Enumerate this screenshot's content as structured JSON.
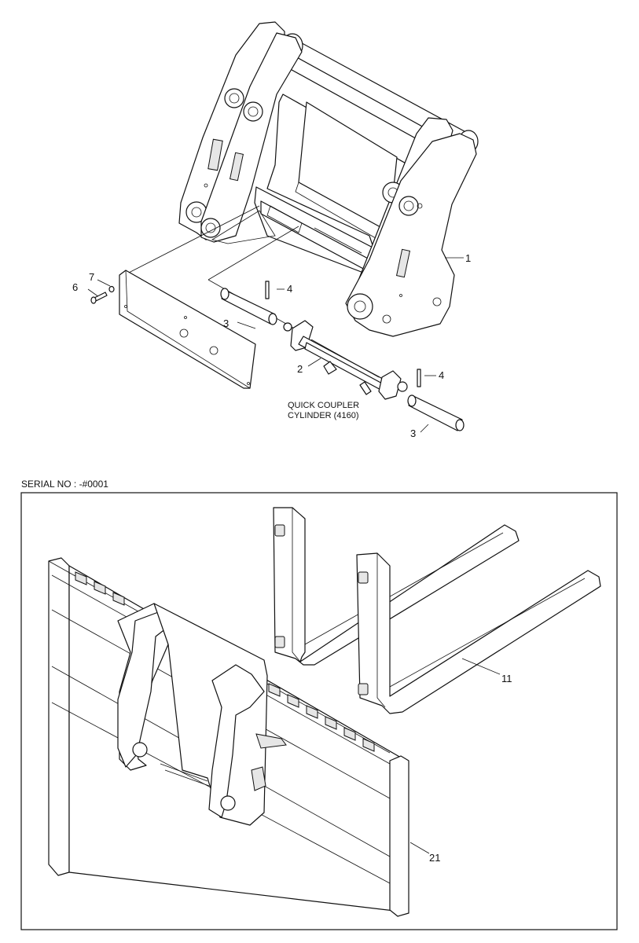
{
  "callouts": {
    "c1": "1",
    "c2": "2",
    "c3a": "3",
    "c3b": "3",
    "c4a": "4",
    "c4b": "4",
    "c6": "6",
    "c7": "7",
    "c11": "11",
    "c21": "21"
  },
  "caption": {
    "line1": "QUICK COUPLER",
    "line2": "CYLINDER (4160)"
  },
  "serial_label": "SERIAL NO : -#0001"
}
